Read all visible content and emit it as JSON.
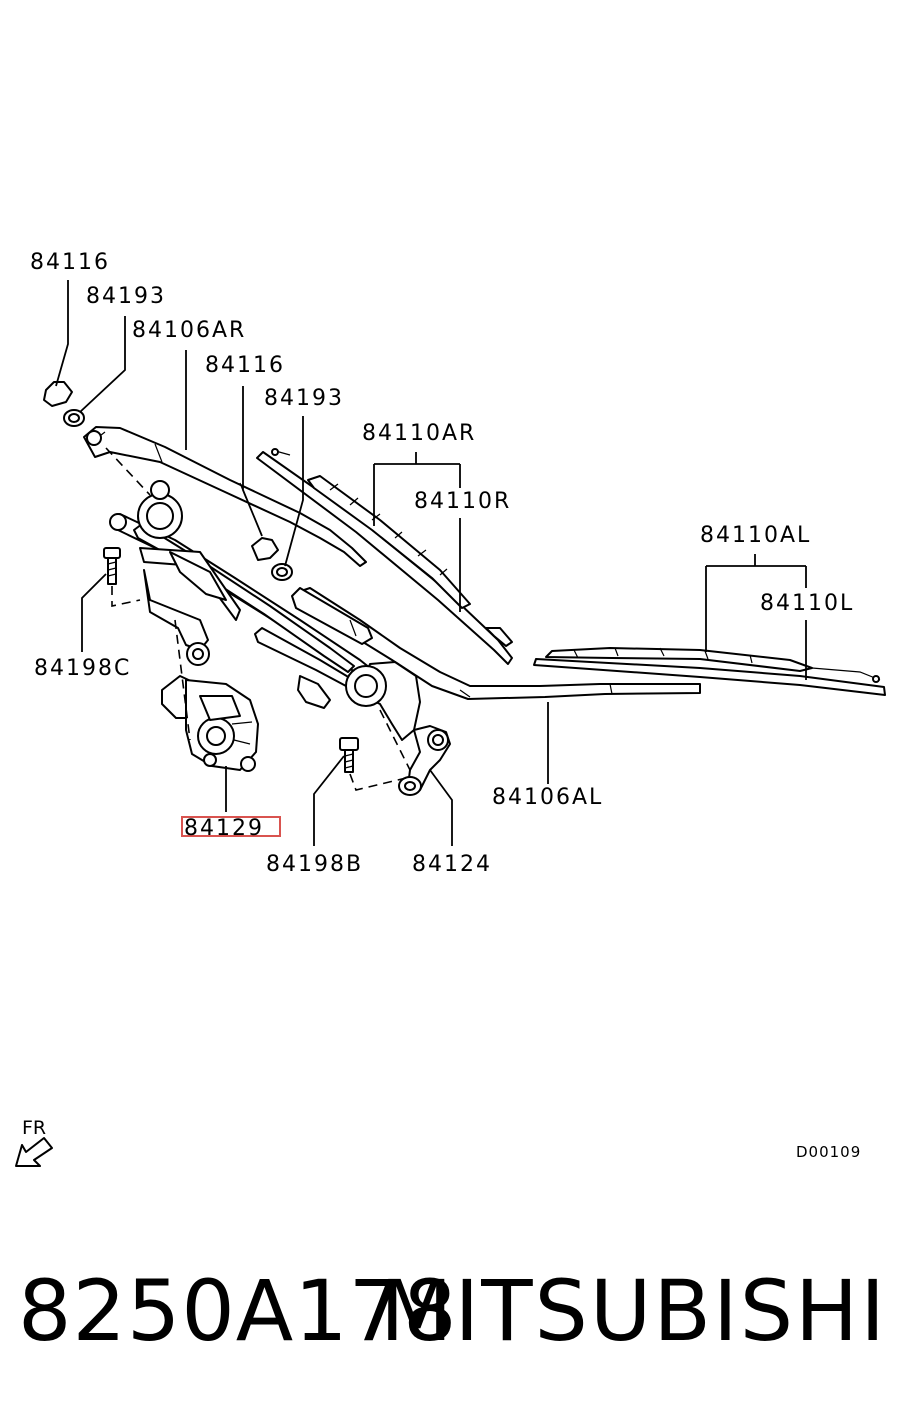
{
  "callouts": {
    "c84116_left": "84116",
    "c84193_left": "84193",
    "c84106AR": "84106AR",
    "c84116_mid": "84116",
    "c84193_mid": "84193",
    "c84110AR": "84110AR",
    "c84110R": "84110R",
    "c84110AL": "84110AL",
    "c84110L": "84110L",
    "c84198C": "84198C",
    "c84106AL": "84106AL",
    "c84129": "84129",
    "c84198B": "84198B",
    "c84124": "84124"
  },
  "direction_label": "FR",
  "diagram_code": "D00109",
  "footer": {
    "part_number": "8250A178",
    "brand": "MITSUBISHI"
  },
  "colors": {
    "ink": "#000000",
    "highlight": "#d9534f"
  },
  "icons": {
    "direction": "front-arrow-icon"
  }
}
